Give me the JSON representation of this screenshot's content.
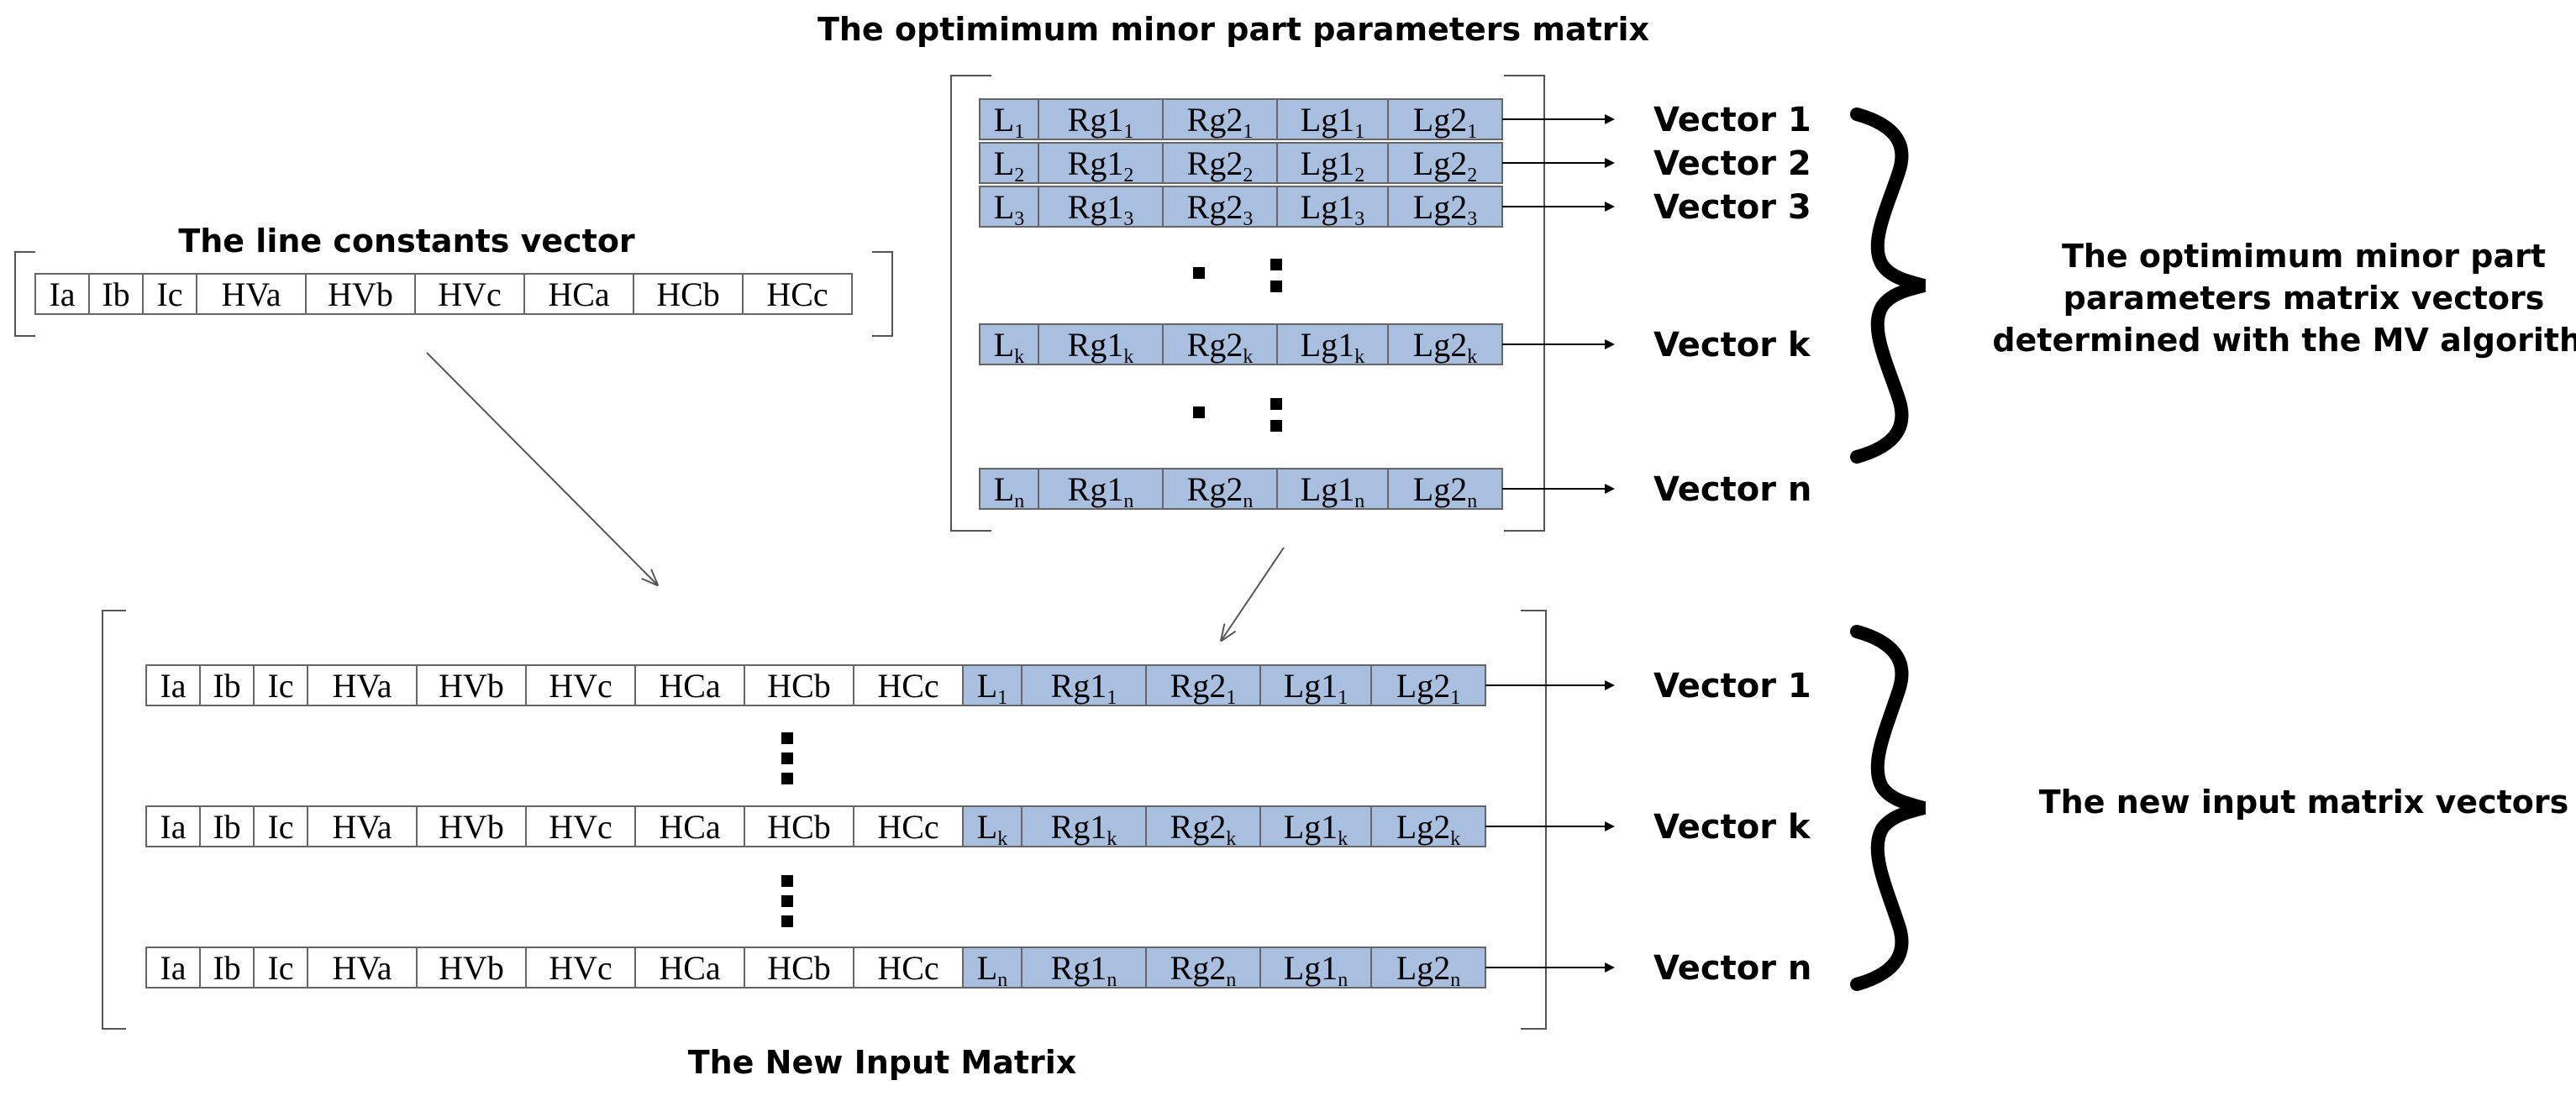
{
  "titles": {
    "matrix_top": "The optimimum minor part parameters matrix",
    "line_constants": "The line constants vector",
    "new_input": "The New Input Matrix",
    "brace_top": [
      "The optimimum minor part",
      "parameters matrix vectors",
      "determined with the MV algorithm"
    ],
    "brace_bottom": "The new input matrix vectors"
  },
  "line_constants": [
    "Ia",
    "Ib",
    "Ic",
    "HVa",
    "HVb",
    "HVc",
    "HCa",
    "HCb",
    "HCc"
  ],
  "minor_param_bases": [
    "L",
    "Rg1",
    "Rg2",
    "Lg1",
    "Lg2"
  ],
  "top_rows": [
    {
      "sub": "1",
      "vector_label": "Vector 1"
    },
    {
      "sub": "2",
      "vector_label": "Vector 2"
    },
    {
      "sub": "3",
      "vector_label": "Vector 3"
    },
    {
      "sub": "k",
      "vector_label": "Vector k"
    },
    {
      "sub": "n",
      "vector_label": "Vector n"
    }
  ],
  "bottom_rows": [
    {
      "sub": "1",
      "vector_label": "Vector 1"
    },
    {
      "sub": "k",
      "vector_label": "Vector k"
    },
    {
      "sub": "n",
      "vector_label": "Vector n"
    }
  ],
  "colors": {
    "blue_cell": "#a9bfdf",
    "white_cell": "#ffffff",
    "border": "#666666",
    "line": "#000000",
    "gray_arrow": "#555555"
  }
}
